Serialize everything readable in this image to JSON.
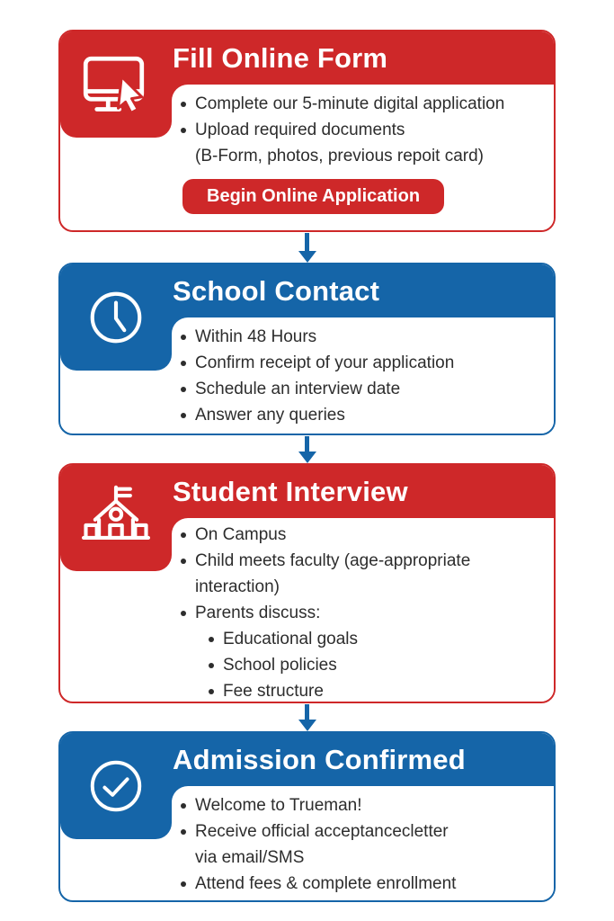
{
  "colors": {
    "red_accent": "#ce2829",
    "blue_accent": "#1565a8",
    "text": "#2d2d2d",
    "background": "#ffffff"
  },
  "steps": [
    {
      "title": "Fill Online Form",
      "accent": "red",
      "icon": "monitor-cursor-icon",
      "bullets": [
        "Complete our 5-minute digital application",
        "Upload required documents\n(B-Form, photos, previous repoit card)"
      ],
      "button_label": "Begin Online Application"
    },
    {
      "title": "School Contact",
      "accent": "blue",
      "icon": "clock-icon",
      "bullets": [
        "Within 48 Hours",
        "Confirm receipt of your application",
        "Schedule an interview date",
        "Answer any queries"
      ]
    },
    {
      "title": "Student Interview",
      "accent": "red",
      "icon": "school-building-icon",
      "bullets": [
        "On Campus",
        "Child meets faculty (age-appropriate\ninteraction)",
        "Parents discuss:"
      ],
      "sub_bullets": [
        "Educational goals",
        "School policies",
        "Fee structure"
      ]
    },
    {
      "title": "Admission Confirmed",
      "accent": "blue",
      "icon": "check-circle-icon",
      "bullets": [
        "Welcome to Trueman!",
        "Receive official acceptancecletter\nvia email/SMS",
        "Attend fees & complete enrollment"
      ]
    }
  ]
}
